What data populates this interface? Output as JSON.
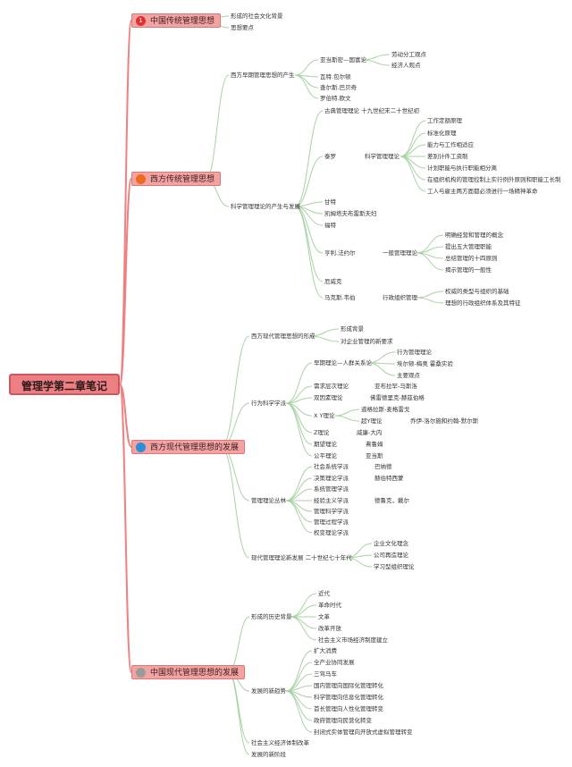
{
  "root": {
    "title": "管理学第二章笔记"
  },
  "branches": [
    {
      "label": "中国传统管理思想",
      "badge": "1",
      "badge_color": "#e2312c"
    },
    {
      "label": "西方传统管理思想",
      "badge": "",
      "badge_color": "#ee6a1f"
    },
    {
      "label": "西方现代管理思想的发展",
      "badge": "",
      "badge_color": "#2b8fd8"
    },
    {
      "label": "中国现代管理思想的发展",
      "badge": "",
      "badge_color": "#9a9a9a"
    }
  ],
  "nodes": {
    "b1": [
      "形成的社会文化背景",
      "思想要点"
    ],
    "b2": [
      "西方早期管理思想的产生",
      "亚当斯密—国富论",
      "劳动分工观点",
      "经济人观点",
      "瓦特.包尔顿",
      "查尔斯.巴贝奇",
      "罗伯特.欧文",
      "科学管理理论的产生与发展",
      "古典管理理论 十九世纪末二十世纪初",
      "泰罗",
      "科学管理理论",
      "工作定额原理",
      "标准化原理",
      "能力与工作相适应",
      "差别计件工资制",
      "计划职能与执行职能相分离",
      "在组织机构的管理控制上实行例外原则和职能工长制",
      "工人与雇主两方面都必须进行一场精神革命",
      "甘特",
      "凯姆塔夫布雷斯夫妇",
      "福特",
      "亨利.法约尔",
      "一般管理理论",
      "明确经营和管理的概念",
      "提出五大管理职能",
      "总结管理的十四原则",
      "揭示管理的一般性",
      "厄威克",
      "马克斯.韦伯",
      "行政组织管理",
      "权威的类型与组织的基础",
      "理想的行政组织体系及其特征"
    ],
    "b3": [
      "西方现代管理思想的形成",
      "形成背景",
      "对企业管理的新要求",
      "行为科学学派",
      "早期理论—人群关系论",
      "行为管理理论",
      "埃尔顿-梅奥 霍桑实验",
      "主要观点",
      "需求层次理论",
      "亚布拉罕-马斯洛",
      "双因素理论",
      "佛雷德里克-赫兹伯格",
      "X Y理论",
      "道格拉斯-麦格雷戈",
      "超Y理论",
      "乔伊-洛尔施和约翰-默尔斯",
      "Z理论",
      "威廉-大内",
      "期望理论",
      "弗鲁姆",
      "公平理论",
      "亚当斯",
      "管理理论丛林",
      "社会系统学派",
      "巴纳德",
      "决策理论学派",
      "赫伯特西蒙",
      "系统管理学派",
      "经验主义学派",
      "德鲁克，戴尔",
      "管理科学学派",
      "管理过程学派",
      "权变理论学派",
      "现代管理理论新发展 二十世纪七十年代",
      "企业文化理念",
      "公司再造理论",
      "学习型组织理论"
    ],
    "b4": [
      "形成的历史背景",
      "近代",
      "革命时代",
      "文革",
      "改革开放",
      "社会主义市场经济制度建立",
      "发展的新趋势",
      "扩大消费",
      "全产业协同发展",
      "三驾马车",
      "国内管理向国际化管理转化",
      "科学管理向信息化管理转化",
      "首长管理向人性化管理转变",
      "政府管理向民营化转变",
      "封闭式实体管理向开放式虚拟管理转变",
      "社会主义经济体制改革",
      "发展的新阶段"
    ]
  }
}
